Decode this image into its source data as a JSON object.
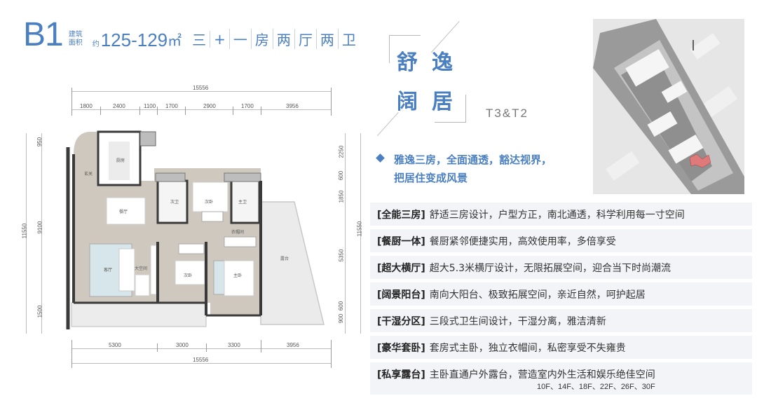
{
  "header": {
    "unit_code": "B1",
    "area_label_line1": "建筑",
    "area_label_line2": "面积",
    "approx": "约",
    "area_range": "125-129",
    "area_unit": "㎡",
    "room_type": [
      "三",
      "+",
      "一",
      "房",
      "两",
      "厅",
      "两",
      "卫"
    ]
  },
  "slogan": {
    "chars": [
      "舒",
      "逸",
      "阔",
      "居"
    ],
    "towers": "T3&T2"
  },
  "highlight": {
    "line1": "雅逸三房，全面通透，豁达视界，",
    "line2": "把居住变成风景"
  },
  "floor_plan": {
    "top_total": "15556",
    "top_segments": [
      "1800",
      "2400",
      "1100",
      "1700",
      "2900",
      "1700",
      "3956"
    ],
    "bottom_segments": [
      "5300",
      "3000",
      "3300",
      "3956"
    ],
    "bottom_total": "15556",
    "left_total": "11550",
    "left_segments": [
      "950",
      "9100",
      "1500"
    ],
    "right_total": "11550",
    "right_segments": [
      "2250",
      "600",
      "1850",
      "5350",
      "600",
      "900"
    ],
    "rooms": {
      "foyer": "玄关",
      "kitchen": "厨房",
      "dining": "餐厅",
      "bath2": "次卫",
      "bedroom2": "次卧",
      "bath_master": "主卫",
      "closet": "衣帽间",
      "living": "客厅",
      "flex": "大空间",
      "bedroom3": "次卧",
      "master": "主卧",
      "terrace": "露台"
    }
  },
  "site_map": {
    "highlight_color": "#e07a7a"
  },
  "features": [
    {
      "tag": "[全能三房]",
      "desc": "舒适三房设计，户型方正，南北通透，科学利用每一寸空间"
    },
    {
      "tag": "[餐厨一体]",
      "desc": "餐厨紧邻便捷实用，高效使用率，多倍享受"
    },
    {
      "tag": "[超大横厅]",
      "desc": "超大5.3米横厅设计，无限拓展空间，迎合当下时尚潮流"
    },
    {
      "tag": "[阔景阳台]",
      "desc": "南向大阳台、极致拓展空间，亲近自然，呵护起居"
    },
    {
      "tag": "[干湿分区]",
      "desc": "三段式卫生间设计，干湿分离，雅洁清新"
    },
    {
      "tag": "[豪华套卧]",
      "desc": "套房式主卧，独立衣帽间，私密享受不失雍贵"
    },
    {
      "tag": "[私享露台]",
      "desc": "主卧直通户外露台，营造室内外生活和娱乐绝佳空间",
      "note": "10F、14F、18F、22F、26F、30F"
    }
  ],
  "colors": {
    "accent": "#4a7fc1",
    "row_bg": "#f2f4f8",
    "wall": "#3a3a3a",
    "floor_wood": "#cfc8bf"
  }
}
